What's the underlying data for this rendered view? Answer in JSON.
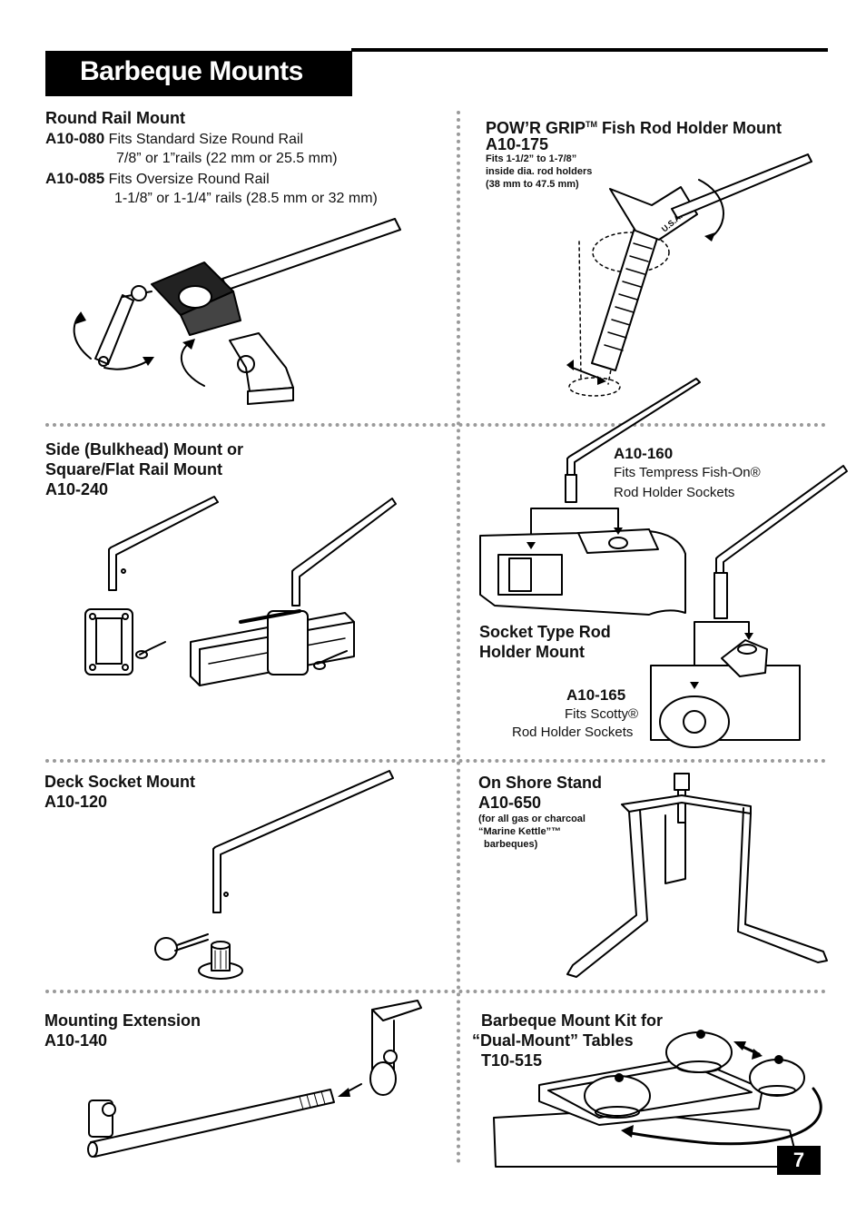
{
  "page": {
    "title": "Barbeque Mounts",
    "page_number": "7"
  },
  "sections": {
    "round_rail": {
      "heading": "Round Rail Mount",
      "item1_code": "A10-080",
      "item1_desc": "Fits Standard Size Round Rail",
      "item1_desc2": "7/8” or 1”rails (22 mm or 25.5 mm)",
      "item2_code": "A10-085",
      "item2_desc": "Fits Oversize Round Rail",
      "item2_desc2": "1-1/8” or 1-1/4” rails (28.5 mm or 32 mm)"
    },
    "powr_grip": {
      "heading": "POW’R GRIP",
      "tm": "TM",
      "heading_rest": " Fish Rod Holder Mount",
      "code": "A10-175",
      "note1": "Fits 1-1/2” to 1-7/8”",
      "note2": "inside dia. rod holders",
      "note3": "(38 mm to 47.5 mm)",
      "brand_label": "U.S.A."
    },
    "side_mount": {
      "heading1": "Side (Bulkhead) Mount or",
      "heading2": "Square/Flat Rail Mount",
      "code": "A10-240"
    },
    "socket_type": {
      "code1": "A10-160",
      "code1_desc1": "Fits Tempress Fish-On®",
      "code1_desc2": "Rod Holder Sockets",
      "heading1": "Socket Type Rod",
      "heading2": "Holder Mount",
      "code2": "A10-165",
      "code2_desc1": "Fits Scotty®",
      "code2_desc2": "Rod Holder Sockets"
    },
    "deck_socket": {
      "heading": "Deck Socket Mount",
      "code": "A10-120"
    },
    "on_shore": {
      "heading": "On Shore Stand",
      "code": "A10-650",
      "note1": "(for all gas or charcoal",
      "note2": "“Marine Kettle”™",
      "note3": "barbeques)"
    },
    "extension": {
      "heading": "Mounting Extension",
      "code": "A10-140"
    },
    "dual_mount": {
      "heading1": "Barbeque Mount Kit for",
      "heading2": "“Dual-Mount” Tables",
      "code": "T10-515"
    }
  }
}
